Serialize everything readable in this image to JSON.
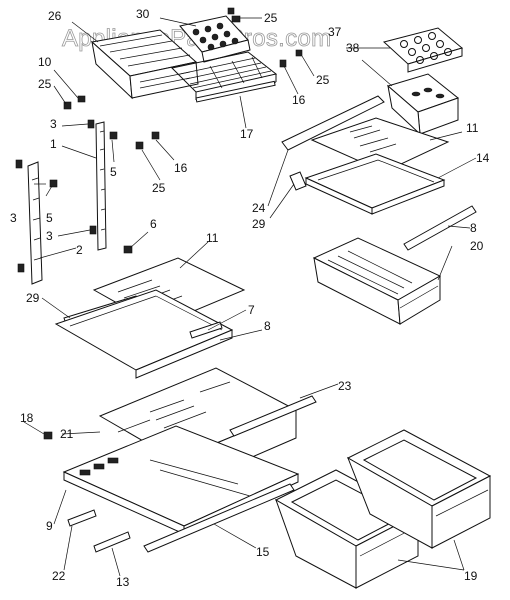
{
  "watermark": "AppliancePartsPros.com",
  "callouts": {
    "c26": "26",
    "c30": "30",
    "c25a": "25",
    "c37": "37",
    "c38": "38",
    "c10": "10",
    "c25b": "25",
    "c25c": "25",
    "c16a": "16",
    "c17": "17",
    "c3a": "3",
    "c1": "1",
    "c5a": "5",
    "c25d": "25",
    "c16b": "16",
    "c3b": "3",
    "c5b": "5",
    "c6": "6",
    "c3c": "3",
    "c2": "2",
    "c11a": "11",
    "c14": "14",
    "c24": "24",
    "c29a": "29",
    "c8a": "8",
    "c20": "20",
    "c11b": "11",
    "c29b": "29",
    "c7": "7",
    "c8b": "8",
    "c23": "23",
    "c18": "18",
    "c21": "21",
    "c9": "9",
    "c15": "15",
    "c22": "22",
    "c13": "13",
    "c19": "19"
  }
}
